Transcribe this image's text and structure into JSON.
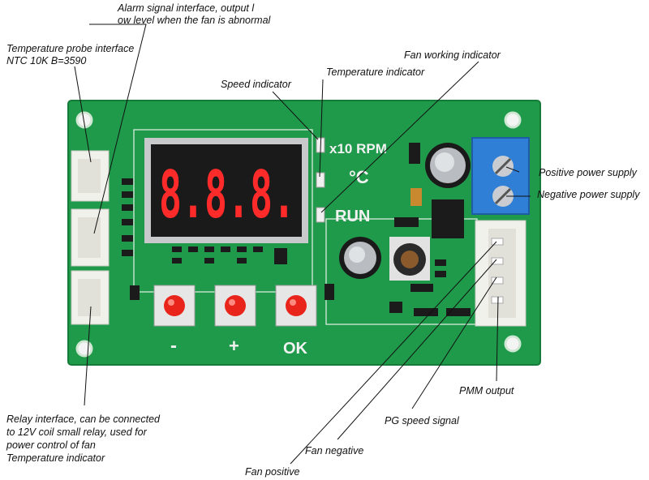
{
  "display": {
    "digits": "8.8.8."
  },
  "board": {
    "units_rpm": "x10 RPM",
    "units_temp": "°C",
    "run": "RUN",
    "btn_minus": "-",
    "btn_plus": "+",
    "btn_ok": "OK"
  },
  "callouts": {
    "alarm_line1": "Alarm signal interface, output l",
    "alarm_line2": "ow level when the fan is abnormal",
    "probe_line1": "Temperature probe interface",
    "probe_line2": "NTC 10K B=3590",
    "speed_indicator": "Speed indicator",
    "fan_working_indicator": "Fan working indicator",
    "temperature_indicator": "Temperature indicator",
    "positive_power": "Positive power supply",
    "negative_power": "Negative power supply",
    "relay_line1": "Relay interface, can be connected",
    "relay_line2": "to 12V coil small relay, used for",
    "relay_line3": "power control of fan",
    "relay_line4": "Temperature indicator",
    "pmm_output": "PMM output",
    "pg_speed": "PG speed signal",
    "fan_negative": "Fan negative",
    "fan_positive": "Fan positive"
  },
  "colors": {
    "pcb": "#1f9a4a",
    "display_red": "#ff2a2a",
    "terminal_blue": "#2f7fd6",
    "button_red": "#e8241b"
  }
}
